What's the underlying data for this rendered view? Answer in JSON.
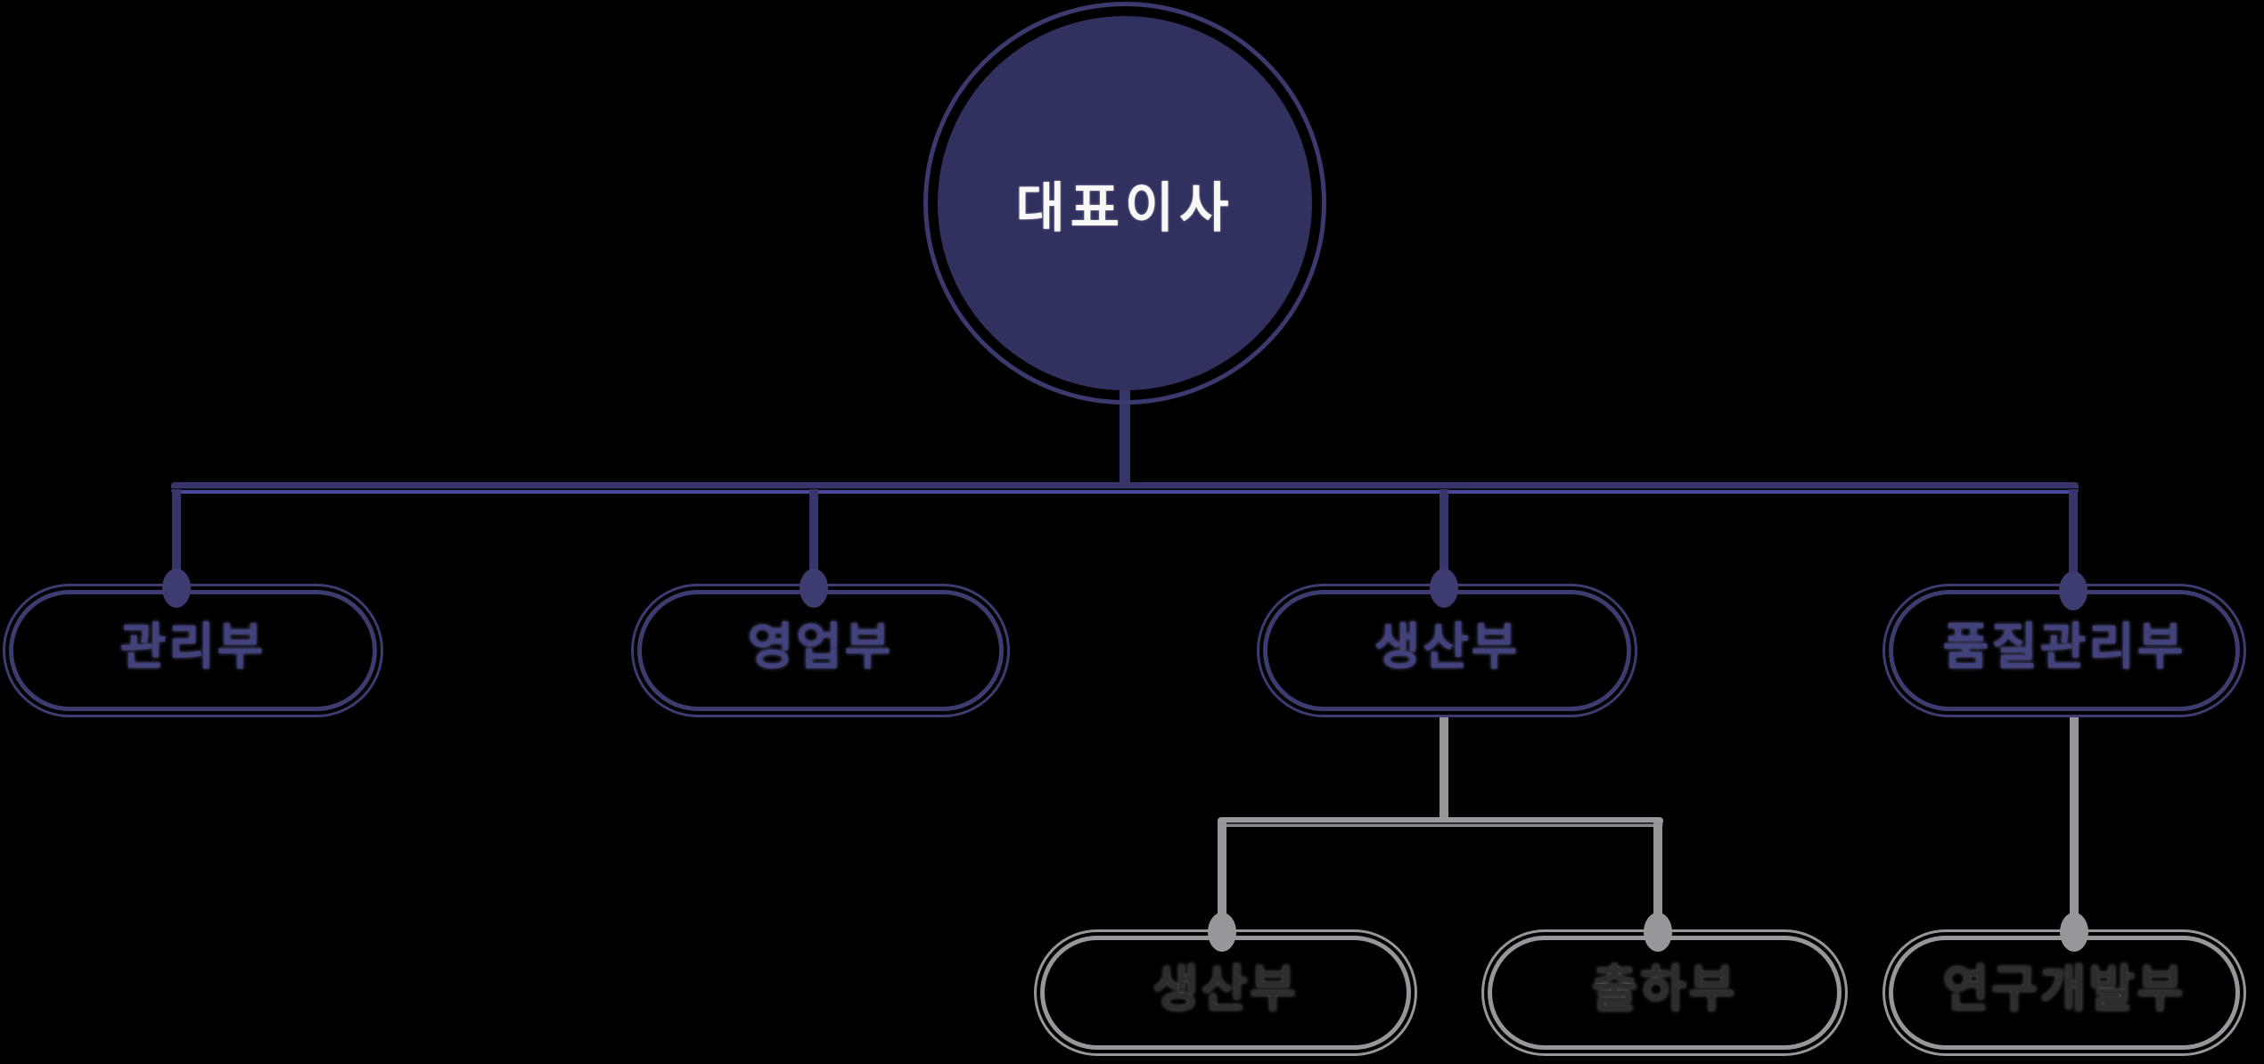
{
  "diagram": {
    "type": "org-chart",
    "root": {
      "label": "대표이사"
    },
    "level1": [
      {
        "id": "management",
        "label": "관리부"
      },
      {
        "id": "sales",
        "label": "영업부"
      },
      {
        "id": "production",
        "label": "생산부"
      },
      {
        "id": "quality",
        "label": "품질관리부"
      }
    ],
    "level2": [
      {
        "id": "production-sub",
        "label": "생산부",
        "parent": "생산부"
      },
      {
        "id": "shipping",
        "label": "출하부",
        "parent": "생산부"
      },
      {
        "id": "rnd",
        "label": "연구개발부",
        "parent": "품질관리부"
      }
    ],
    "colors": {
      "background": "#000000",
      "root_fill": "#31315f",
      "root_text": "#f8f8f8",
      "primary_line": "#36366b",
      "primary_line_highlight": "#4a4a9e",
      "primary_border": "#3c3c70",
      "primary_text": "#41417c",
      "secondary": "#97979b",
      "secondary_text": "#2d2d2f"
    }
  }
}
